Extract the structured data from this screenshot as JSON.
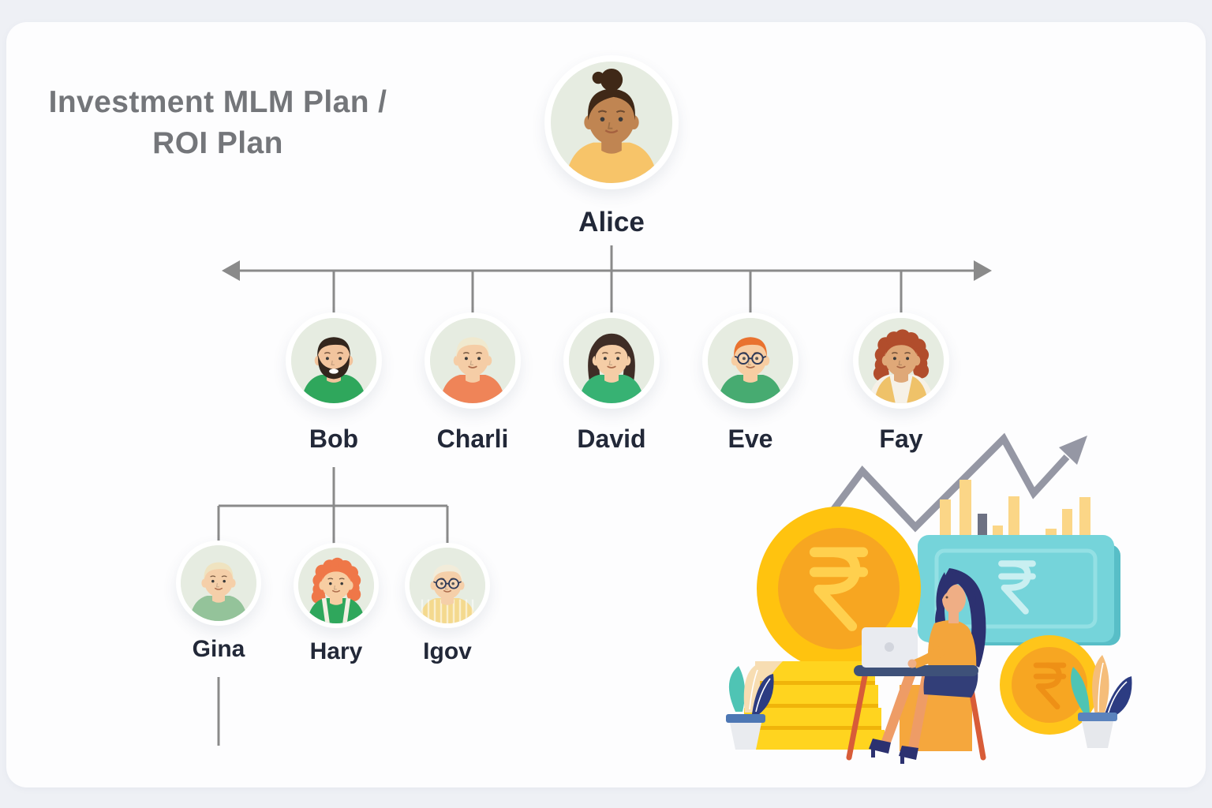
{
  "title": {
    "line1": "Investment MLM Plan /",
    "line2": "ROI Plan"
  },
  "structure": {
    "root": "Alice",
    "children_of_root": [
      "Bob",
      "Charli",
      "David",
      "Eve",
      "Fay"
    ],
    "children_of_bob": [
      "Gina",
      "Hary",
      "Igov"
    ]
  },
  "people": [
    {
      "name": "Alice",
      "skin": "#c08552",
      "hair": "#3f2817",
      "shirt": "#f7c469",
      "style": "bun"
    },
    {
      "name": "Bob",
      "skin": "#f2c49d",
      "hair": "#33261d",
      "shirt": "#2fa75c",
      "style": "short",
      "beard": true
    },
    {
      "name": "Charli",
      "skin": "#f5cda6",
      "hair": "#f0e9cf",
      "shirt": "#ef8458",
      "style": "short"
    },
    {
      "name": "David",
      "skin": "#f5cda6",
      "hair": "#3f2d26",
      "shirt": "#37b273",
      "style": "long"
    },
    {
      "name": "Eve",
      "skin": "#f7cda2",
      "hair": "#e9722f",
      "shirt": "#47ab71",
      "style": "short",
      "glasses": true
    },
    {
      "name": "Fay",
      "skin": "#dfa878",
      "hair": "#b14d2c",
      "shirt": "#f6f1e7",
      "vest": "#efc269",
      "style": "curly"
    },
    {
      "name": "Gina",
      "skin": "#f5cfa9",
      "hair": "#efe3c0",
      "shirt": "#94c39a",
      "style": "short"
    },
    {
      "name": "Hary",
      "skin": "#f7cda2",
      "hair": "#ef7748",
      "shirt": "#2fa75c",
      "style": "curly",
      "suspenders": true
    },
    {
      "name": "Igov",
      "skin": "#f5cfa9",
      "hair": "#f2ecda",
      "shirt": "#f4d98e",
      "style": "short",
      "glasses": true,
      "stripes": true
    }
  ],
  "illustration": {
    "currency_symbol": "₹",
    "elements": [
      "growth-arrow",
      "bar-chart",
      "rupee-coin-large",
      "coin-stack",
      "rupee-banknote",
      "rupee-coin-small",
      "woman-working-on-laptop",
      "potted-plants"
    ]
  },
  "palette": {
    "background": "#eef0f5",
    "card": "#fdfdfe",
    "title_text": "#74767a",
    "name_text": "#222838",
    "connector": "#8a8a8a",
    "avatar_bg": "#e6ece1",
    "avatar_ring": "#ffffff",
    "coin_gold": "#ffc30f",
    "coin_inner": "#f7a621",
    "note_teal": "#75d4da",
    "arrow_gray": "#9597a4"
  }
}
